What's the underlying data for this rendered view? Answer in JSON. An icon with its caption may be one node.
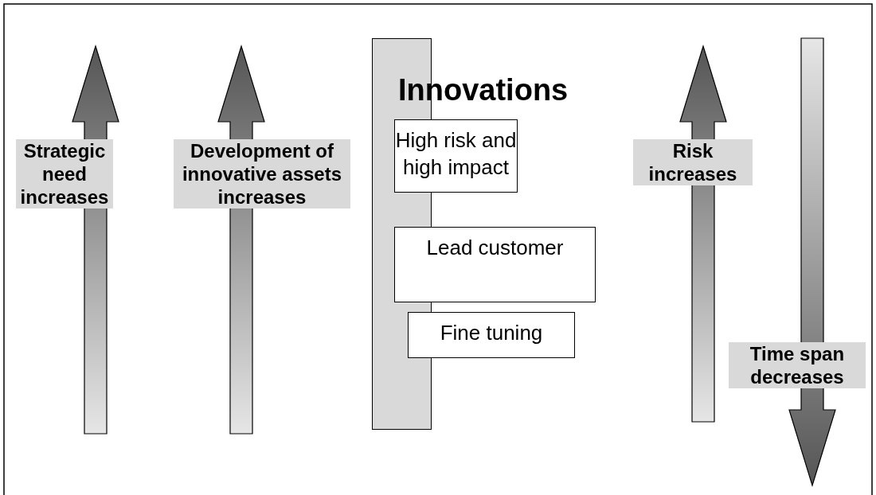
{
  "diagram": {
    "nodes": [
      {
        "text": [
          "Innovations"
        ]
      },
      {
        "text": [
          "High risk and high impact"
        ]
      },
      {
        "text": [
          "Lead customer"
        ]
      },
      {
        "text": [
          "Fine tuning"
        ]
      }
    ],
    "labels": [
      "Strategic need increases",
      "Development of innovative assets increases",
      "Risk increases",
      "Time span decreases"
    ]
  }
}
